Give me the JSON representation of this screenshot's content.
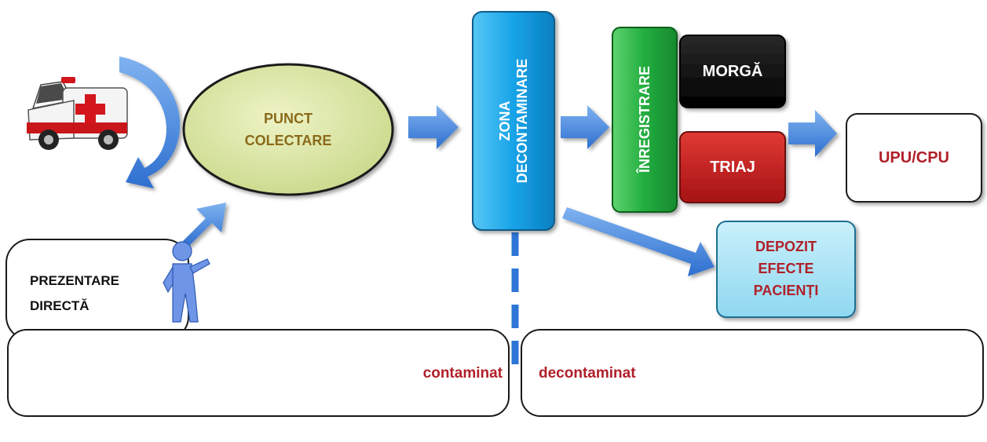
{
  "nodes": {
    "punct_colectare": "PUNCT\nCOLECTARE",
    "zona_decontaminare": "ZONA\nDECONTAMINARE",
    "inregistrare": "ÎNREGISTRARE",
    "morga": "MORGĂ",
    "triaj": "TRIAJ",
    "upu_cpu": "UPU/CPU",
    "depozit": "DEPOZIT\nEFECTE\nPACIENȚI",
    "prezentare_directa": "PREZENTARE\nDIRECTĂ"
  },
  "zones": {
    "contaminat": "contaminat",
    "decontaminat": "decontaminat"
  },
  "icons": [
    "ambulance-icon",
    "person-icon",
    "curved-arrow-icon"
  ],
  "colors": {
    "arrow": "#3b7dd8",
    "zone_text": "#b0202a",
    "punct_fill": "#dfe8a6",
    "zona_fill": "#1da1e6",
    "inregistrare_fill": "#2fb34a",
    "morga_fill": "#111111",
    "triaj_fill": "#c0191b",
    "depozit_fill": "#a9e4f5"
  }
}
